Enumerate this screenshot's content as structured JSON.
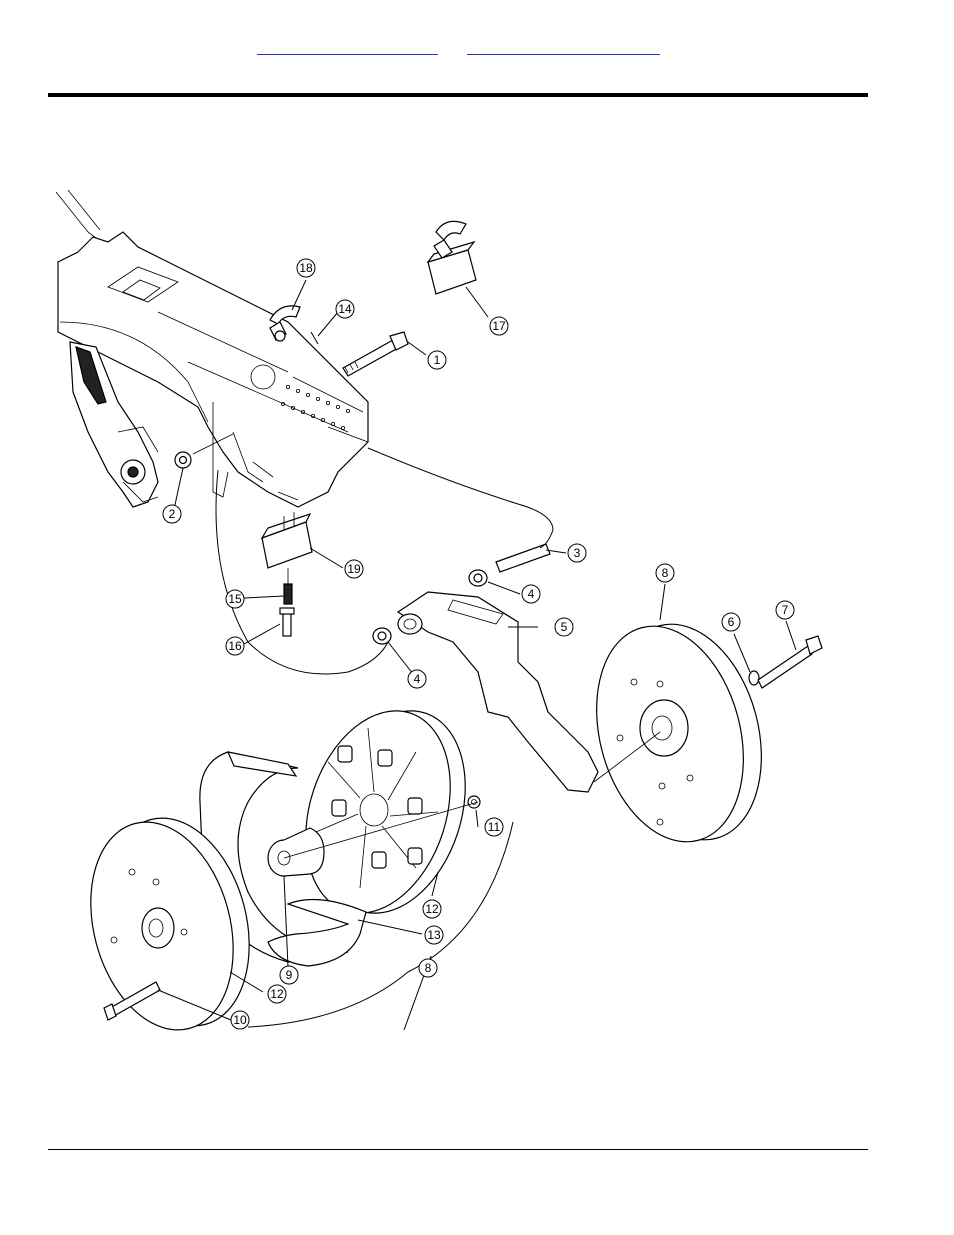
{
  "header": {
    "links": [
      {
        "label": ""
      },
      {
        "label": ""
      }
    ]
  },
  "diagram": {
    "callouts": [
      {
        "number": "1"
      },
      {
        "number": "2"
      },
      {
        "number": "3"
      },
      {
        "number": "4"
      },
      {
        "number": "4"
      },
      {
        "number": "5"
      },
      {
        "number": "6"
      },
      {
        "number": "7"
      },
      {
        "number": "8"
      },
      {
        "number": "8"
      },
      {
        "number": "9"
      },
      {
        "number": "10"
      },
      {
        "number": "11"
      },
      {
        "number": "12"
      },
      {
        "number": "12"
      },
      {
        "number": "13"
      },
      {
        "number": "14"
      },
      {
        "number": "15"
      },
      {
        "number": "16"
      },
      {
        "number": "17"
      },
      {
        "number": "18"
      },
      {
        "number": "19"
      }
    ]
  }
}
